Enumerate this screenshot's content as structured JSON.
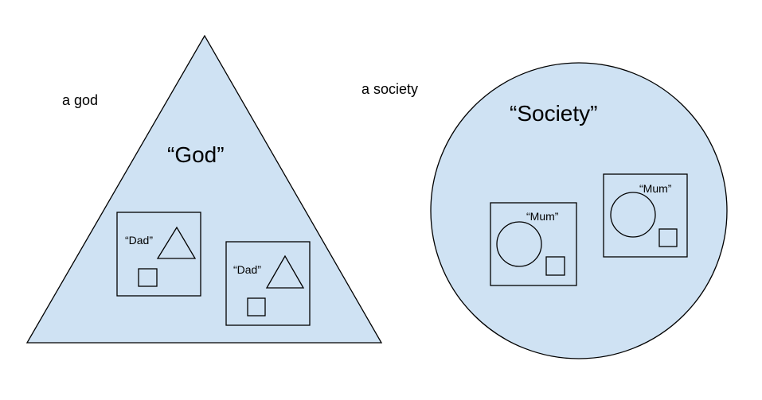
{
  "fill_color": "#cfe2f3",
  "left": {
    "caption": "a god",
    "title": "“God”",
    "members": [
      {
        "label": "“Dad”"
      },
      {
        "label": "“Dad”"
      }
    ]
  },
  "right": {
    "caption": "a society",
    "title": "“Society”",
    "members": [
      {
        "label": "“Mum”"
      },
      {
        "label": "“Mum”"
      }
    ]
  }
}
